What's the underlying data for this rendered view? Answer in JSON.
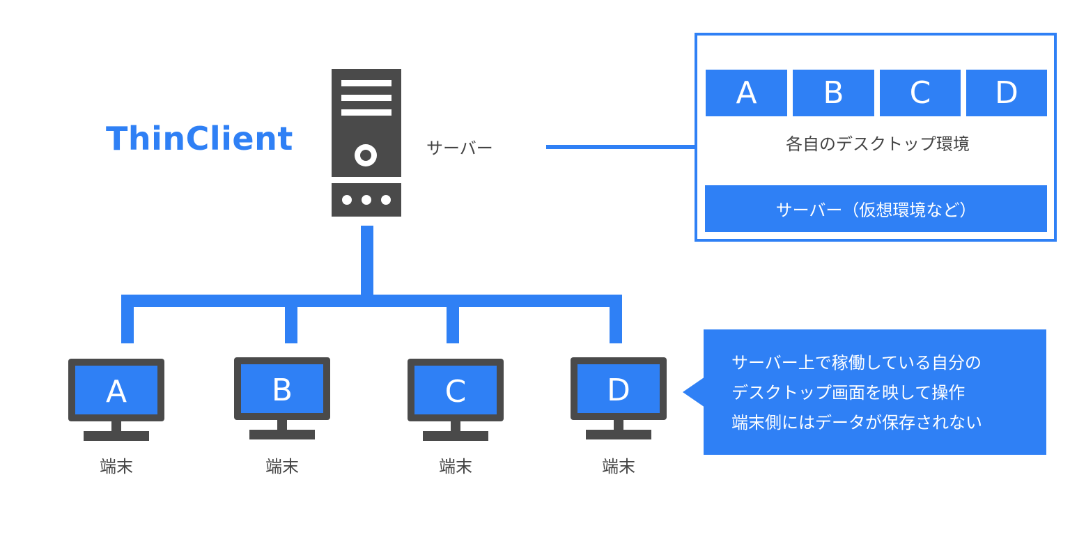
{
  "title": "ThinClient",
  "server": {
    "label": "サーバー",
    "icon": "server-tower-icon"
  },
  "panel": {
    "desktops": [
      "A",
      "B",
      "C",
      "D"
    ],
    "desktops_label": "各自のデスクトップ環境",
    "server_bar_label": "サーバー（仮想環境など）"
  },
  "terminals": [
    {
      "screen": "A",
      "label": "端末"
    },
    {
      "screen": "B",
      "label": "端末"
    },
    {
      "screen": "C",
      "label": "端末"
    },
    {
      "screen": "D",
      "label": "端末"
    }
  ],
  "callout": {
    "lines": [
      "サーバー上で稼働している自分の",
      "デスクトップ画面を映して操作",
      "端末側にはデータが保存されない"
    ]
  },
  "colors": {
    "accent": "#2f80f5",
    "device": "#4a4a4a",
    "text": "#444444"
  }
}
